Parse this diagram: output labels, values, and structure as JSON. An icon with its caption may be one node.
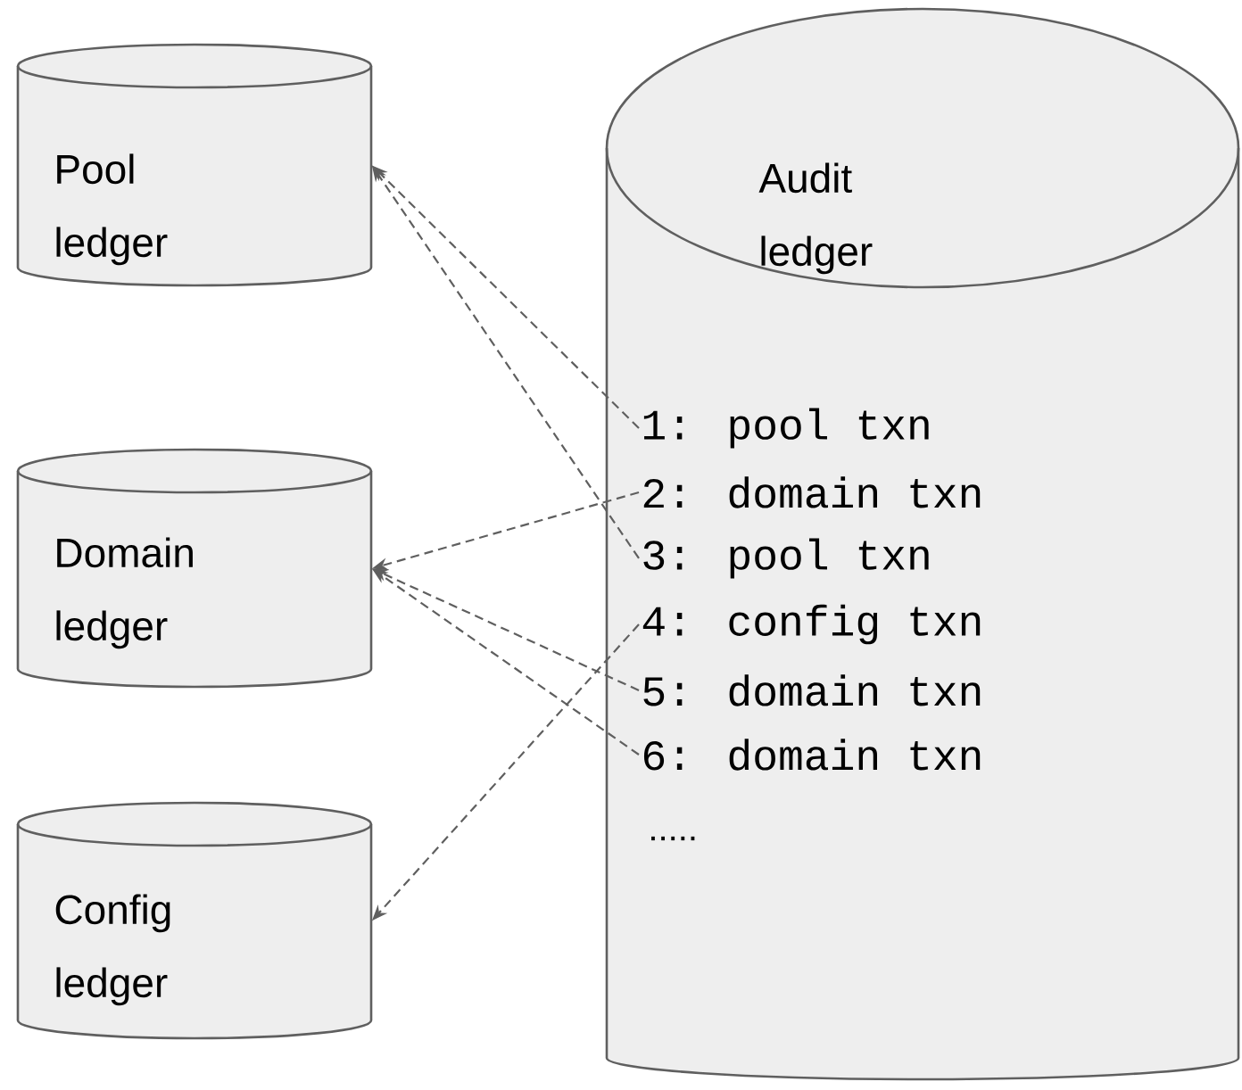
{
  "diagram": {
    "nodes": [
      {
        "text": [
          "Pool ledger"
        ]
      },
      {
        "text": [
          "Domain ledger"
        ]
      },
      {
        "text": [
          "Config ledger"
        ]
      },
      {
        "text": [
          "Audit ledger"
        ]
      },
      {
        "text": [
          "1: pool txn"
        ],
        "in": 3
      },
      {
        "text": [
          "2: domain txn"
        ],
        "in": 3
      },
      {
        "text": [
          "3: pool txn"
        ],
        "in": 3
      },
      {
        "text": [
          "4: config txn"
        ],
        "in": 3
      },
      {
        "text": [
          "5: domain txn"
        ],
        "in": 3
      },
      {
        "text": [
          "6: domain txn"
        ],
        "in": 3
      }
    ],
    "edges": [
      {
        "from": 4,
        "to": 0,
        "arrow": "to",
        "style": "dashed"
      },
      {
        "from": 5,
        "to": 1,
        "arrow": "to",
        "style": "dashed"
      },
      {
        "from": 6,
        "to": 0,
        "arrow": "to",
        "style": "dashed"
      },
      {
        "from": 7,
        "to": 2,
        "arrow": "to",
        "style": "dashed"
      },
      {
        "from": 8,
        "to": 1,
        "arrow": "to",
        "style": "dashed"
      },
      {
        "from": 9,
        "to": 1,
        "arrow": "to",
        "style": "dashed"
      }
    ],
    "labels": [
      "....."
    ]
  }
}
